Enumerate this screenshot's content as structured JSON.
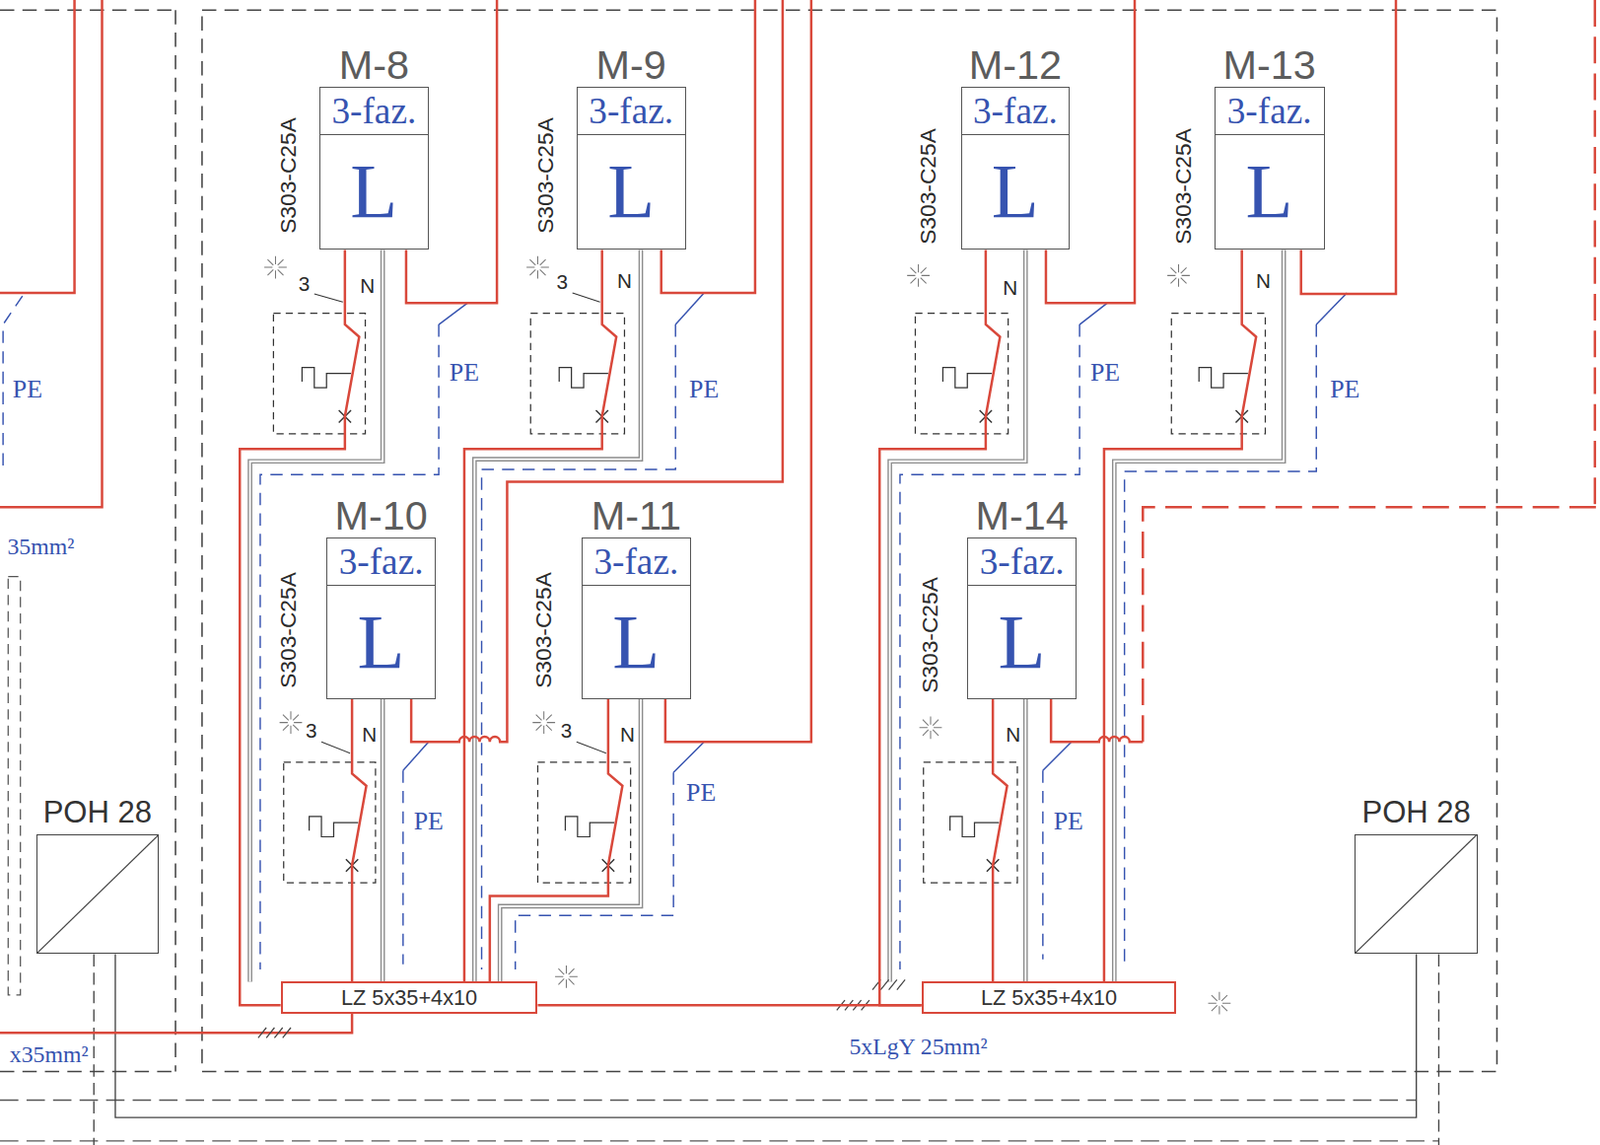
{
  "diagram": {
    "nodes": [
      {
        "text": [
          "M-8",
          "3-faz.",
          "L"
        ]
      },
      {
        "text": [
          "M-9",
          "3-faz.",
          "L"
        ]
      },
      {
        "text": [
          "M-12",
          "3-faz.",
          "L"
        ]
      },
      {
        "text": [
          "M-13",
          "3-faz.",
          "L"
        ]
      },
      {
        "text": [
          "M-10",
          "3-faz.",
          "L"
        ]
      },
      {
        "text": [
          "M-11",
          "3-faz.",
          "L"
        ]
      },
      {
        "text": [
          "M-14",
          "3-faz.",
          "L"
        ]
      },
      {
        "text": [
          "POH 28"
        ]
      },
      {
        "text": [
          "POH 28"
        ]
      },
      {
        "text": [
          "LZ 5x35+4x10"
        ]
      },
      {
        "text": [
          "LZ 5x35+4x10"
        ]
      }
    ],
    "edges": [
      {
        "from": 9,
        "to": 0,
        "arrow": "none"
      },
      {
        "from": 9,
        "to": 1,
        "arrow": "none"
      },
      {
        "from": 9,
        "to": 4,
        "arrow": "none"
      },
      {
        "from": 9,
        "to": 5,
        "arrow": "none"
      },
      {
        "from": 10,
        "to": 2,
        "arrow": "none"
      },
      {
        "from": 10,
        "to": 3,
        "arrow": "none"
      },
      {
        "from": 10,
        "to": 6,
        "arrow": "none"
      },
      {
        "from": 9,
        "to": 10,
        "label": "5xLgY 25mm²",
        "arrow": "none"
      }
    ],
    "labels": [
      "S303-C25A",
      "3",
      "N",
      "PE",
      "S303-C25A",
      "3",
      "N",
      "PE",
      "S303-C25A",
      "N",
      "PE",
      "S303-C25A",
      "N",
      "PE",
      "PE",
      "35mm²",
      "S303-C25A",
      "3",
      "N",
      "PE",
      "S303-C25A",
      "3",
      "N",
      "PE",
      "S303-C25A",
      "N",
      "PE",
      "x35mm²"
    ]
  }
}
